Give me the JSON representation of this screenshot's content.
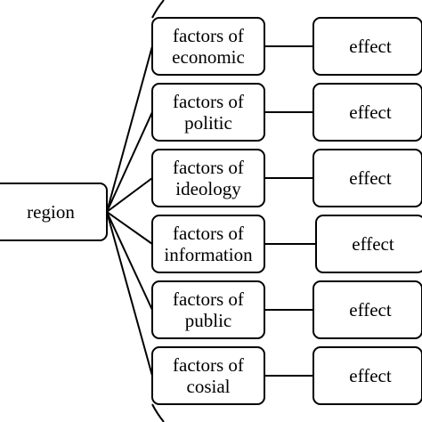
{
  "diagram": {
    "root": {
      "label": "region"
    },
    "factors": [
      {
        "lines": [
          "factors of",
          "economic"
        ],
        "effect": "effect"
      },
      {
        "lines": [
          "factors of",
          "politic"
        ],
        "effect": "effect"
      },
      {
        "lines": [
          "factors of",
          "ideology"
        ],
        "effect": "effect"
      },
      {
        "lines": [
          "factors of",
          "information"
        ],
        "effect": "effect"
      },
      {
        "lines": [
          "factors of",
          "public"
        ],
        "effect": "effect"
      },
      {
        "lines": [
          "factors of",
          "cosial"
        ],
        "effect": "effect"
      }
    ],
    "colors": {
      "stroke": "#000000",
      "fill": "#ffffff",
      "text": "#000000"
    }
  }
}
